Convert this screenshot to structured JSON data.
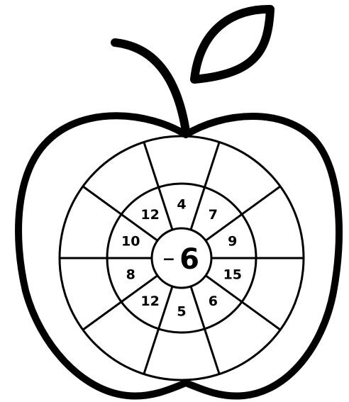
{
  "wheel": {
    "operator": "−",
    "center_number": "6",
    "inner_numbers": [
      "4",
      "7",
      "9",
      "15",
      "6",
      "5",
      "12",
      "8",
      "10",
      "12"
    ],
    "outer_answers": [
      "",
      "",
      "",
      "",
      "",
      "",
      "",
      "",
      "",
      ""
    ]
  },
  "colors": {
    "ink": "#000000",
    "paper": "#ffffff"
  }
}
